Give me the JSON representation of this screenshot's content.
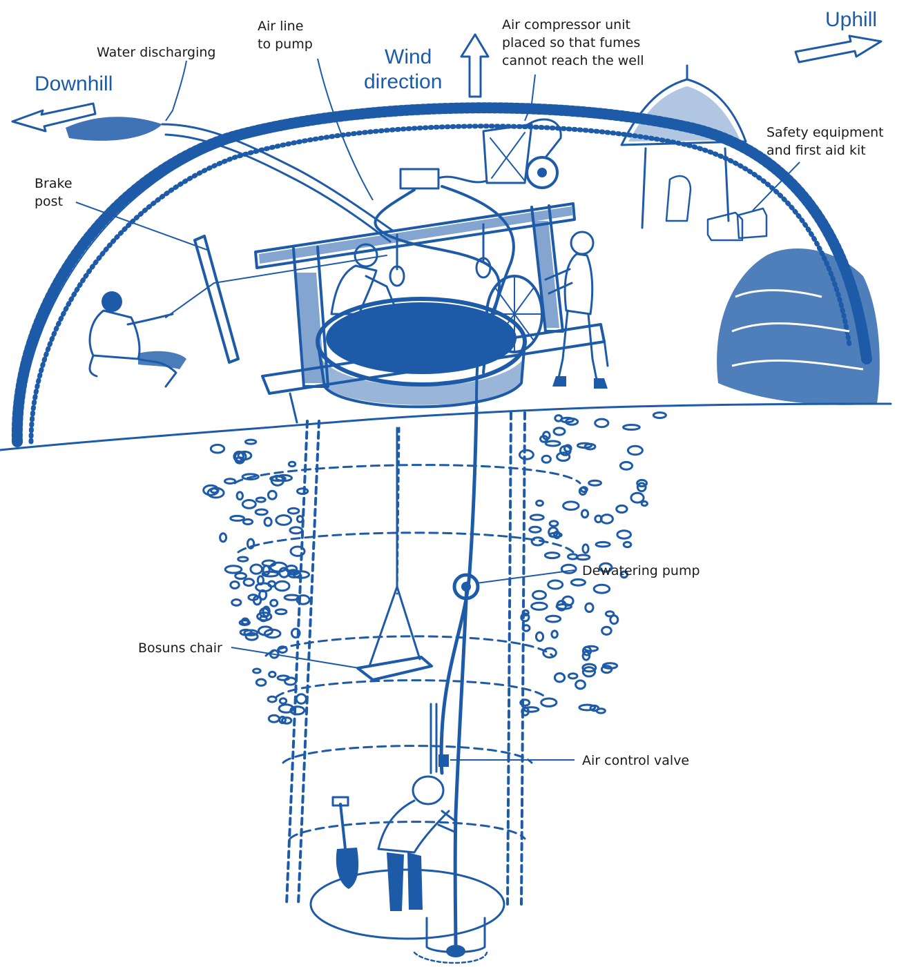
{
  "diagram": {
    "directions": {
      "downhill": "Downhill",
      "uphill": "Uphill",
      "wind_line1": "Wind",
      "wind_line2": "direction"
    },
    "labels": {
      "water_discharging": "Water discharging",
      "air_line_1": "Air line",
      "air_line_2": "to pump",
      "compressor_1": "Air compressor unit",
      "compressor_2": "placed so that fumes",
      "compressor_3": "cannot reach the well",
      "safety_1": "Safety equipment",
      "safety_2": "and first aid kit",
      "brake_1": "Brake",
      "brake_2": "post",
      "dewatering_pump": "Dewatering pump",
      "bosuns_chair": "Bosuns chair",
      "air_control_valve": "Air control valve"
    },
    "colors": {
      "ink": "#1d5ba8",
      "label_text": "#1a1a1a",
      "background": "#ffffff"
    }
  }
}
